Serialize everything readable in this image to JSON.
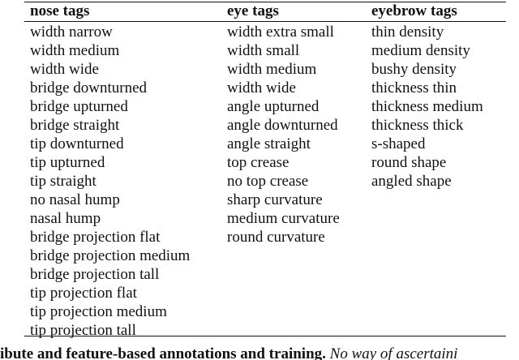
{
  "table": {
    "headers": {
      "nose": "nose tags",
      "eye": "eye tags",
      "eyebrow": "eyebrow tags"
    },
    "nose_tags": [
      "width narrow",
      "width medium",
      "width wide",
      "bridge downturned",
      "bridge upturned",
      "bridge straight",
      "tip downturned",
      "tip upturned",
      "tip straight",
      "no nasal hump",
      "nasal hump",
      "bridge projection flat",
      "bridge projection medium",
      "bridge projection tall",
      "tip projection flat",
      "tip projection medium",
      "tip projection tall"
    ],
    "eye_tags": [
      "width extra small",
      "width small",
      "width medium",
      "width wide",
      "angle upturned",
      "angle downturned",
      "angle straight",
      "top crease",
      "no top crease",
      "sharp curvature",
      "medium curvature",
      "round curvature"
    ],
    "eyebrow_tags": [
      "thin density",
      "medium density",
      "bushy density",
      "thickness thin",
      "thickness medium",
      "thickness thick",
      "s-shaped",
      "round shape",
      "angled shape"
    ]
  },
  "caption": {
    "bold_text": "ibute and feature-based annotations and training.",
    "italic_text": "No way of ascertaini"
  }
}
